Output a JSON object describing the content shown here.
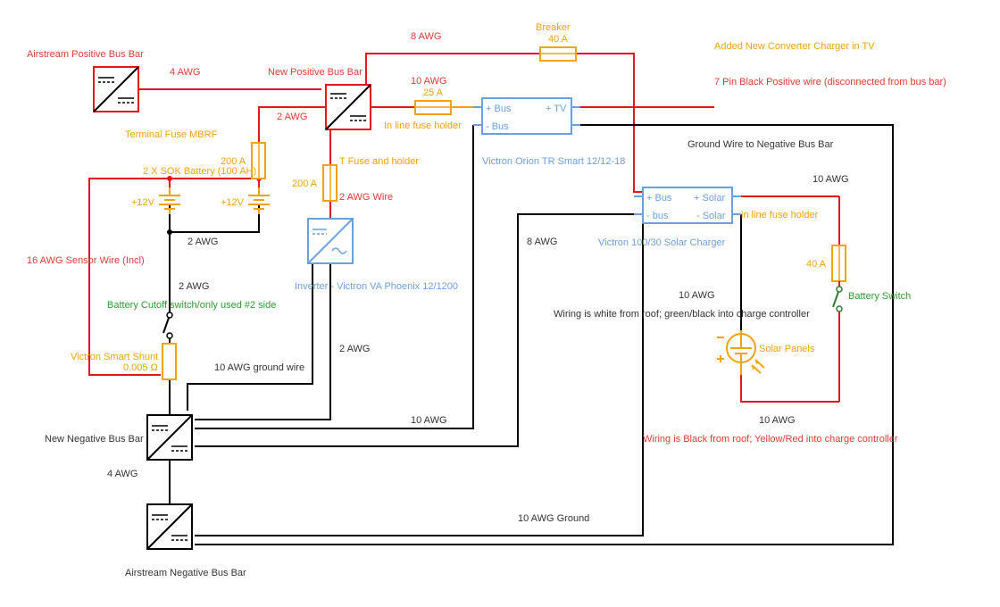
{
  "labels": {
    "airstream_pos_bus": "Airstream Positive Bus Bar",
    "new_pos_bus": "New Positive Bus Bar",
    "awg_4_top": "4 AWG",
    "awg_8_top": "8 AWG",
    "breaker": "Breaker",
    "breaker_rating": "40 A",
    "added_converter": "Added New Converter Charger in TV",
    "seven_pin": "7 Pin Black Positive wire (disconnected  from bus bar)",
    "awg_10_tv": "10 AWG",
    "fuse_25a": "25 A",
    "inline_fuse_holder": "In line fuse holder",
    "orion_plus_bus": "+ Bus",
    "orion_minus_bus": "- Bus",
    "orion_plus_tv": "+ TV",
    "orion_name": "Victron Orion TR Smart 12/12-18",
    "ground_to_neg": "Ground Wire to Negative Bus Bar",
    "awg_2_left": "2 AWG",
    "terminal_fuse": "Terminal Fuse MBRF",
    "fuse_200a_left": "200 A",
    "battery": "2 X SOK Battery (100 AH)",
    "v12_left": "+12V",
    "v12_right": "+12V",
    "t_fuse": "T Fuse and holder",
    "fuse_200a_mid": "200 A",
    "awg_2_wire": "2 AWG Wire",
    "awg_10_solar": "10 AWG",
    "solar_plus_bus": "+ Bus",
    "solar_plus_solar": "+ Solar",
    "solar_minus_bus": "- bus",
    "solar_minus_solar": "- Solar",
    "inline_fuse_holder_2": "in line fuse holder",
    "solar_charger": "Victron 100/30 Solar Charger",
    "awg_2_bat": "2 AWG",
    "awg_8_mid": "8 AWG",
    "sensor_wire": "16 AWG Sensor Wire (Incl)",
    "inverter": "Inverter - Victron VA Phoenix 12/1200",
    "fuse_40a_right": "40 A",
    "battery_switch": "Battery Switch",
    "awg_2_cutoff": "2 AWG",
    "cutoff_switch": "Battery Cutoff switch/only used #2 side",
    "awg_10_right": "10 AWG",
    "roof_wiring_white": "Wiring is white from roof; green/black into charge controller",
    "solar_panels": "Solar Panels",
    "shunt": "Victron Smart Shunt",
    "shunt_ohm": "0.005 Ω",
    "awg_2_inv": "2 AWG",
    "ground_10awg": "10 AWG ground wire",
    "awg_10_orion_gnd": "10 AWG",
    "awg_10_solar_bottom": "10 AWG",
    "roof_wiring_black": "Wiring is Black from roof; Yellow/Red into charge controller",
    "new_neg_bus": "New Negative Bus Bar",
    "awg_4_neg": "4 AWG",
    "ground_10awg_bottom": "10 AWG Ground",
    "airstream_neg_bus": "Airstream Negative Bus Bar"
  }
}
